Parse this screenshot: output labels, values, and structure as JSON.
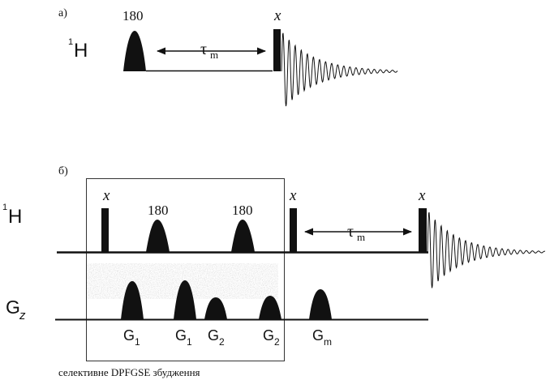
{
  "panel_a": {
    "label": "а)",
    "nucleus_sup": "1",
    "nucleus": "H",
    "pulse_180": "180",
    "pulse_x": "x",
    "delay_symbol": "τ",
    "delay_sub": "m"
  },
  "panel_b": {
    "label": "б)",
    "nucleus_sup": "1",
    "nucleus": "H",
    "pulse_x1": "x",
    "pulse_180a": "180",
    "pulse_180b": "180",
    "pulse_x2": "x",
    "pulse_x3": "x",
    "delay_symbol": "τ",
    "delay_sub": "m",
    "gradient_axis": "G",
    "gradient_axis_sub": "z",
    "gradients": [
      {
        "name": "G",
        "sub": "1"
      },
      {
        "name": "G",
        "sub": "1"
      },
      {
        "name": "G",
        "sub": "2"
      },
      {
        "name": "G",
        "sub": "2"
      },
      {
        "name": "G",
        "sub": "m"
      }
    ],
    "box_caption": "селективне DPFGSE збудження"
  }
}
